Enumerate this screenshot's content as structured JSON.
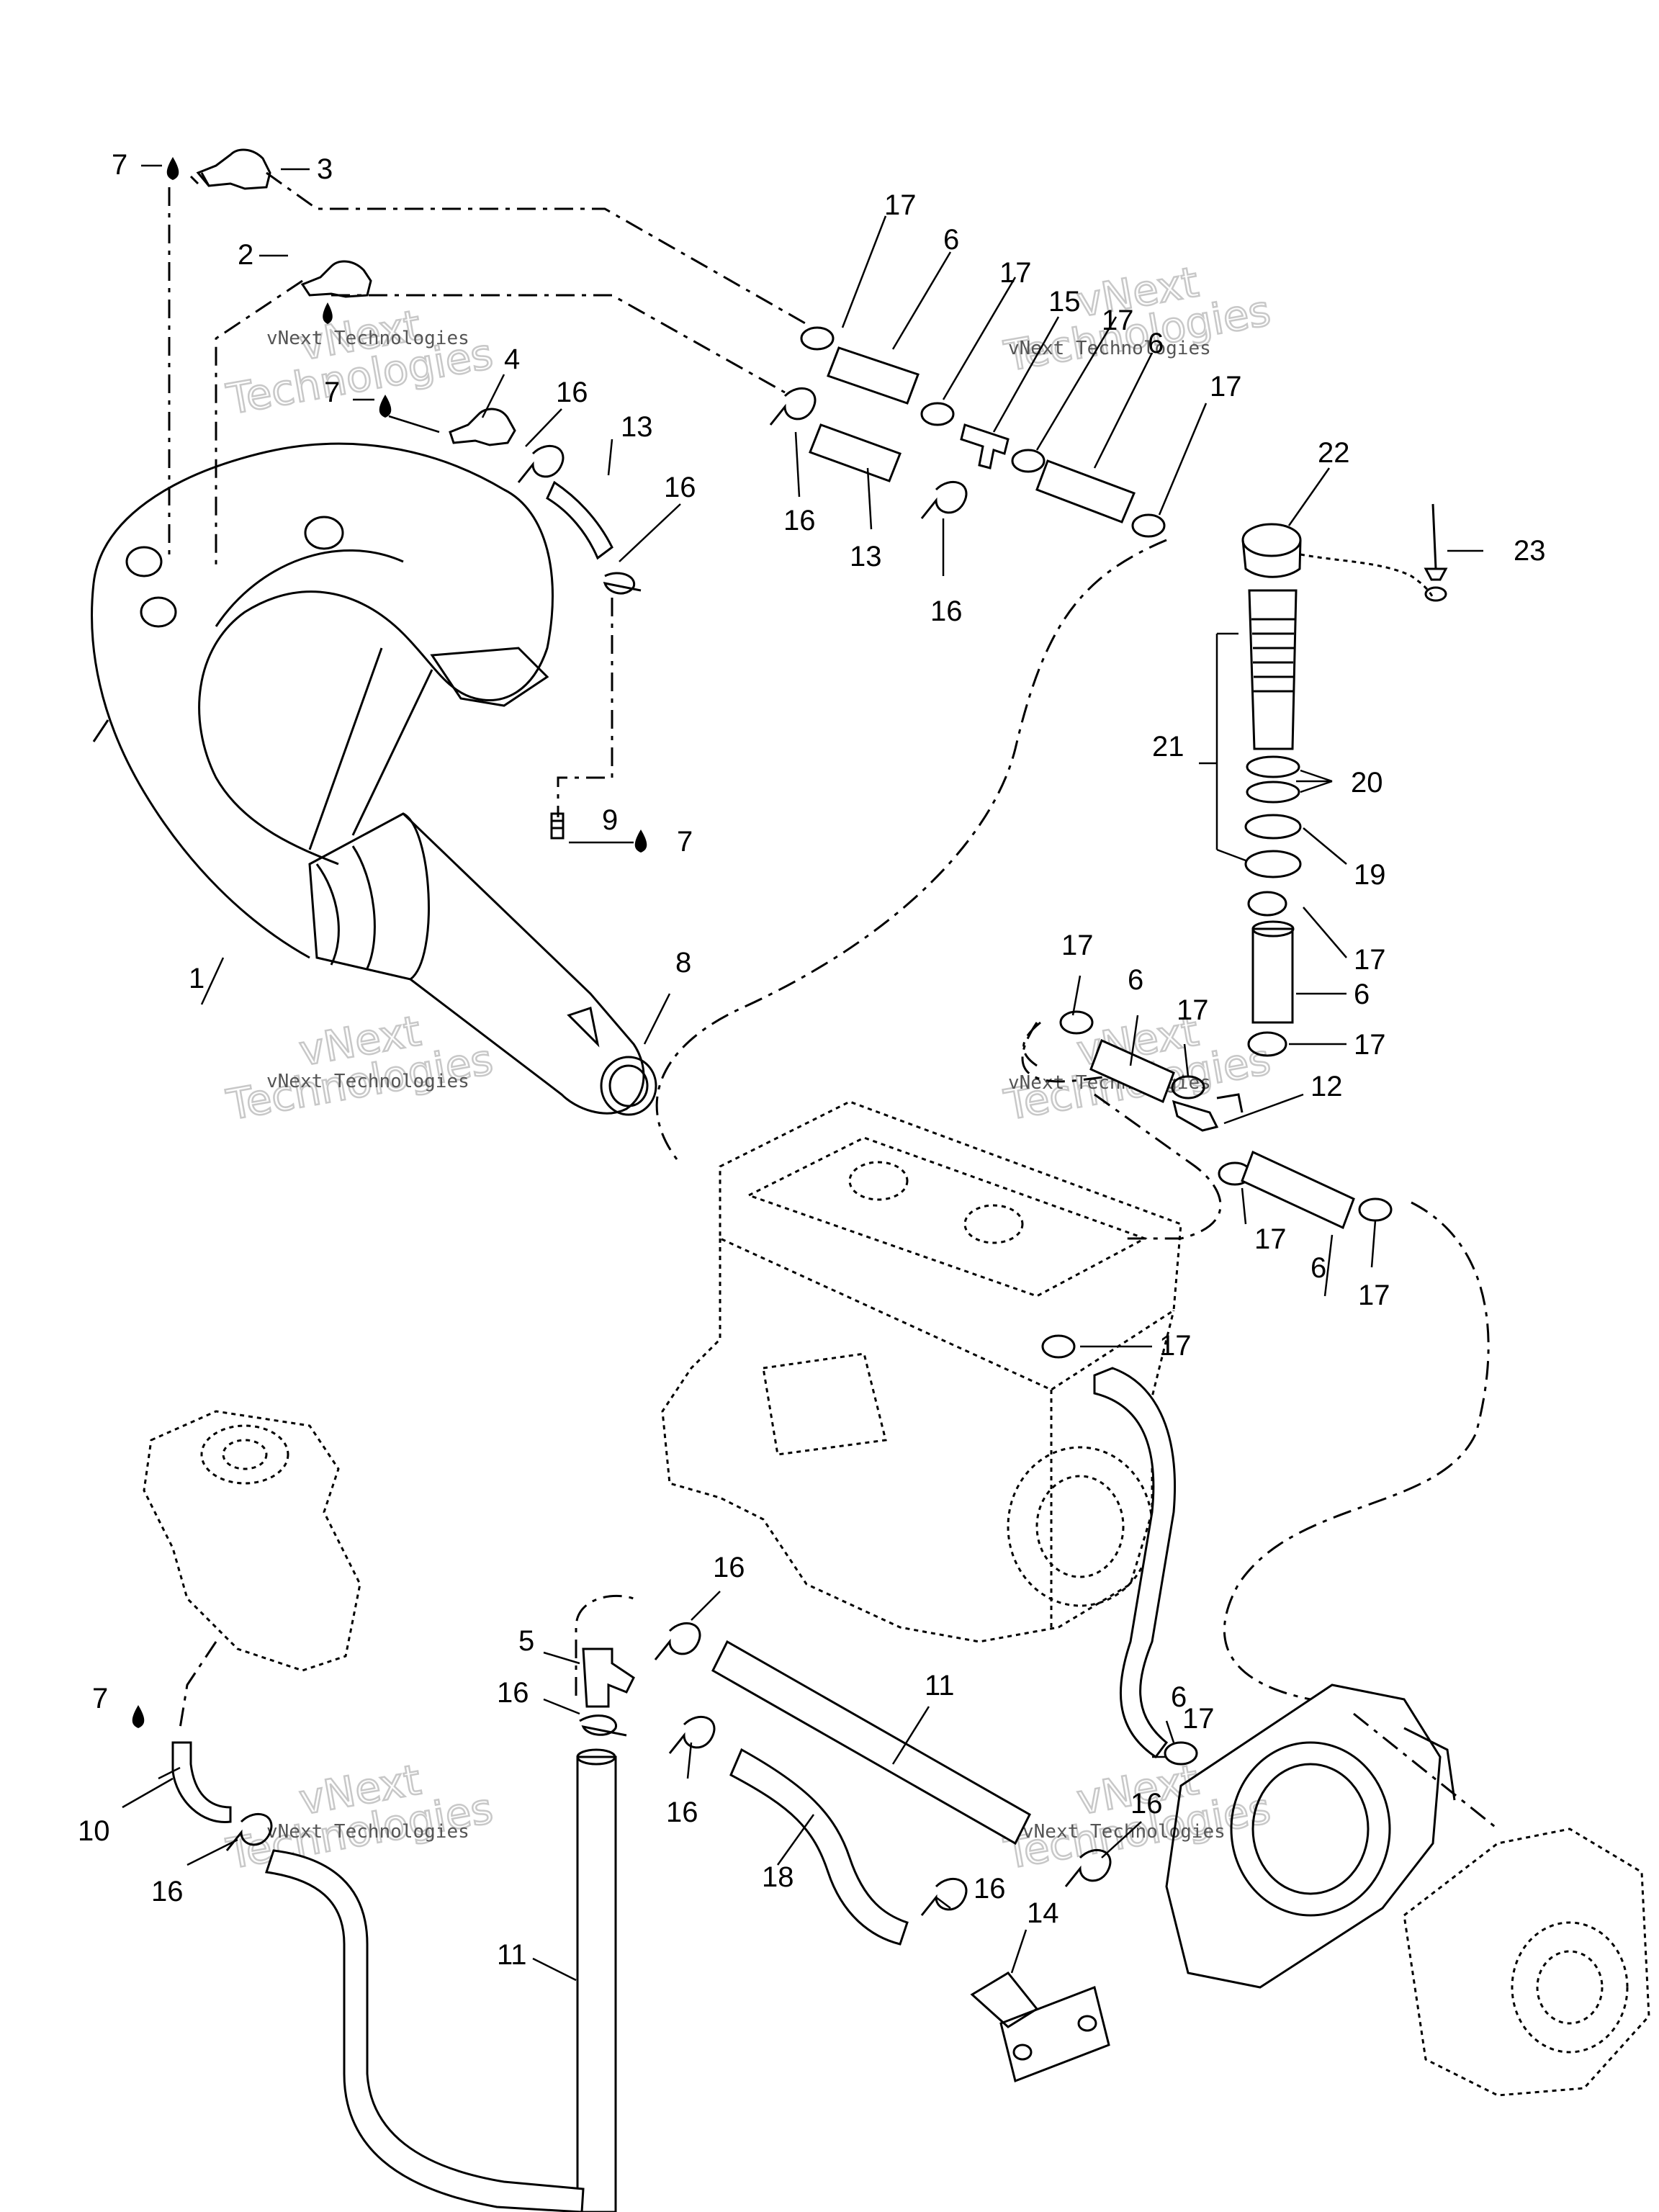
{
  "watermark": {
    "line1": "vNext Technologies",
    "big1": "vNext",
    "big2": "Technologies"
  },
  "callouts": [
    {
      "id": "c1",
      "text": "7"
    },
    {
      "id": "c2",
      "text": "3"
    },
    {
      "id": "c3",
      "text": "2"
    },
    {
      "id": "c4",
      "text": "7"
    },
    {
      "id": "c5",
      "text": "4"
    },
    {
      "id": "c6",
      "text": "16"
    },
    {
      "id": "c7",
      "text": "13"
    },
    {
      "id": "c8",
      "text": "16"
    },
    {
      "id": "c9",
      "text": "17"
    },
    {
      "id": "c10",
      "text": "6"
    },
    {
      "id": "c11",
      "text": "17"
    },
    {
      "id": "c12",
      "text": "15"
    },
    {
      "id": "c13",
      "text": "17"
    },
    {
      "id": "c14",
      "text": "6"
    },
    {
      "id": "c15",
      "text": "17"
    },
    {
      "id": "c16",
      "text": "16"
    },
    {
      "id": "c17",
      "text": "13"
    },
    {
      "id": "c18",
      "text": "16"
    },
    {
      "id": "c19",
      "text": "22"
    },
    {
      "id": "c20",
      "text": "23"
    },
    {
      "id": "c21",
      "text": "21"
    },
    {
      "id": "c22",
      "text": "20"
    },
    {
      "id": "c23",
      "text": "19"
    },
    {
      "id": "c24",
      "text": "17"
    },
    {
      "id": "c25",
      "text": "6"
    },
    {
      "id": "c26",
      "text": "17"
    },
    {
      "id": "c27",
      "text": "12"
    },
    {
      "id": "c28",
      "text": "9"
    },
    {
      "id": "c29",
      "text": "7"
    },
    {
      "id": "c30",
      "text": "1"
    },
    {
      "id": "c31",
      "text": "8"
    },
    {
      "id": "c32",
      "text": "17"
    },
    {
      "id": "c33",
      "text": "6"
    },
    {
      "id": "c34",
      "text": "17"
    },
    {
      "id": "c35",
      "text": "17"
    },
    {
      "id": "c36",
      "text": "6"
    },
    {
      "id": "c37",
      "text": "17"
    },
    {
      "id": "c38",
      "text": "17"
    },
    {
      "id": "c39",
      "text": "16"
    },
    {
      "id": "c40",
      "text": "5"
    },
    {
      "id": "c41",
      "text": "16"
    },
    {
      "id": "c42",
      "text": "11"
    },
    {
      "id": "c43",
      "text": "7"
    },
    {
      "id": "c44",
      "text": "16"
    },
    {
      "id": "c45",
      "text": "10"
    },
    {
      "id": "c46",
      "text": "16"
    },
    {
      "id": "c47",
      "text": "6"
    },
    {
      "id": "c48",
      "text": "17"
    },
    {
      "id": "c49",
      "text": "16"
    },
    {
      "id": "c50",
      "text": "18"
    },
    {
      "id": "c51",
      "text": "16"
    },
    {
      "id": "c52",
      "text": "14"
    },
    {
      "id": "c53",
      "text": "11"
    }
  ]
}
